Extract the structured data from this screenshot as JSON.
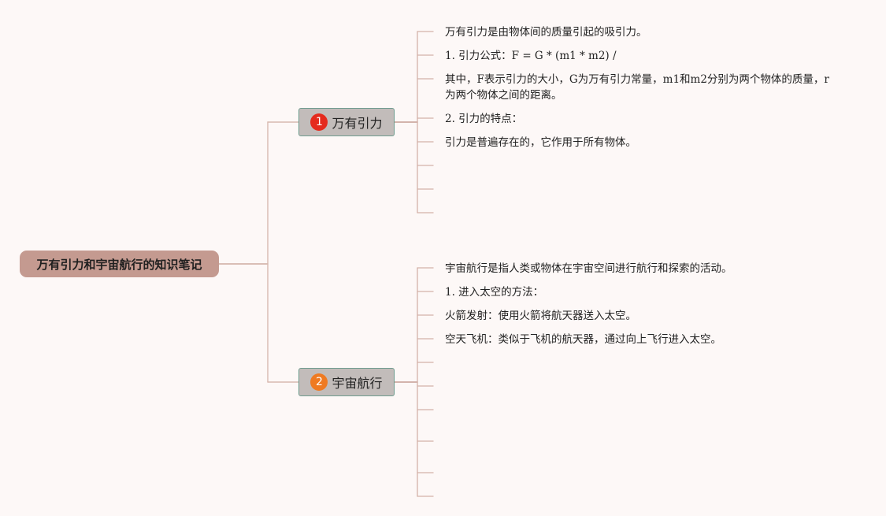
{
  "root": {
    "title": "万有引力和宇宙航行的知识笔记"
  },
  "branches": [
    {
      "number": "1",
      "label": "万有引力",
      "leaves": [
        "万有引力是由物体间的质量引起的吸引力。",
        "1. 引力公式：F = G * (m1 * m2) /",
        "其中，F表示引力的大小，G为万有引力常量，m1和m2分别为两个物体的质量，r为两个物体之间的距离。",
        "2. 引力的特点：",
        "引力是普遍存在的，它作用于所有物体。"
      ]
    },
    {
      "number": "2",
      "label": "宇宙航行",
      "leaves": [
        "宇宙航行是指人类或物体在宇宙空间进行航行和探索的活动。",
        "1. 进入太空的方法：",
        "火箭发射：使用火箭将航天器送入太空。",
        "空天飞机：类似于飞机的航天器，通过向上飞行进入太空。"
      ]
    }
  ],
  "colors": {
    "background": "#fdf8f7",
    "root_fill": "#c49a90",
    "branch_fill": "#c2bcba",
    "branch_border": "#6f9c8f",
    "connector": "#d4b2a8",
    "marker_1": "#e52a1d",
    "marker_2": "#ef7a22"
  }
}
